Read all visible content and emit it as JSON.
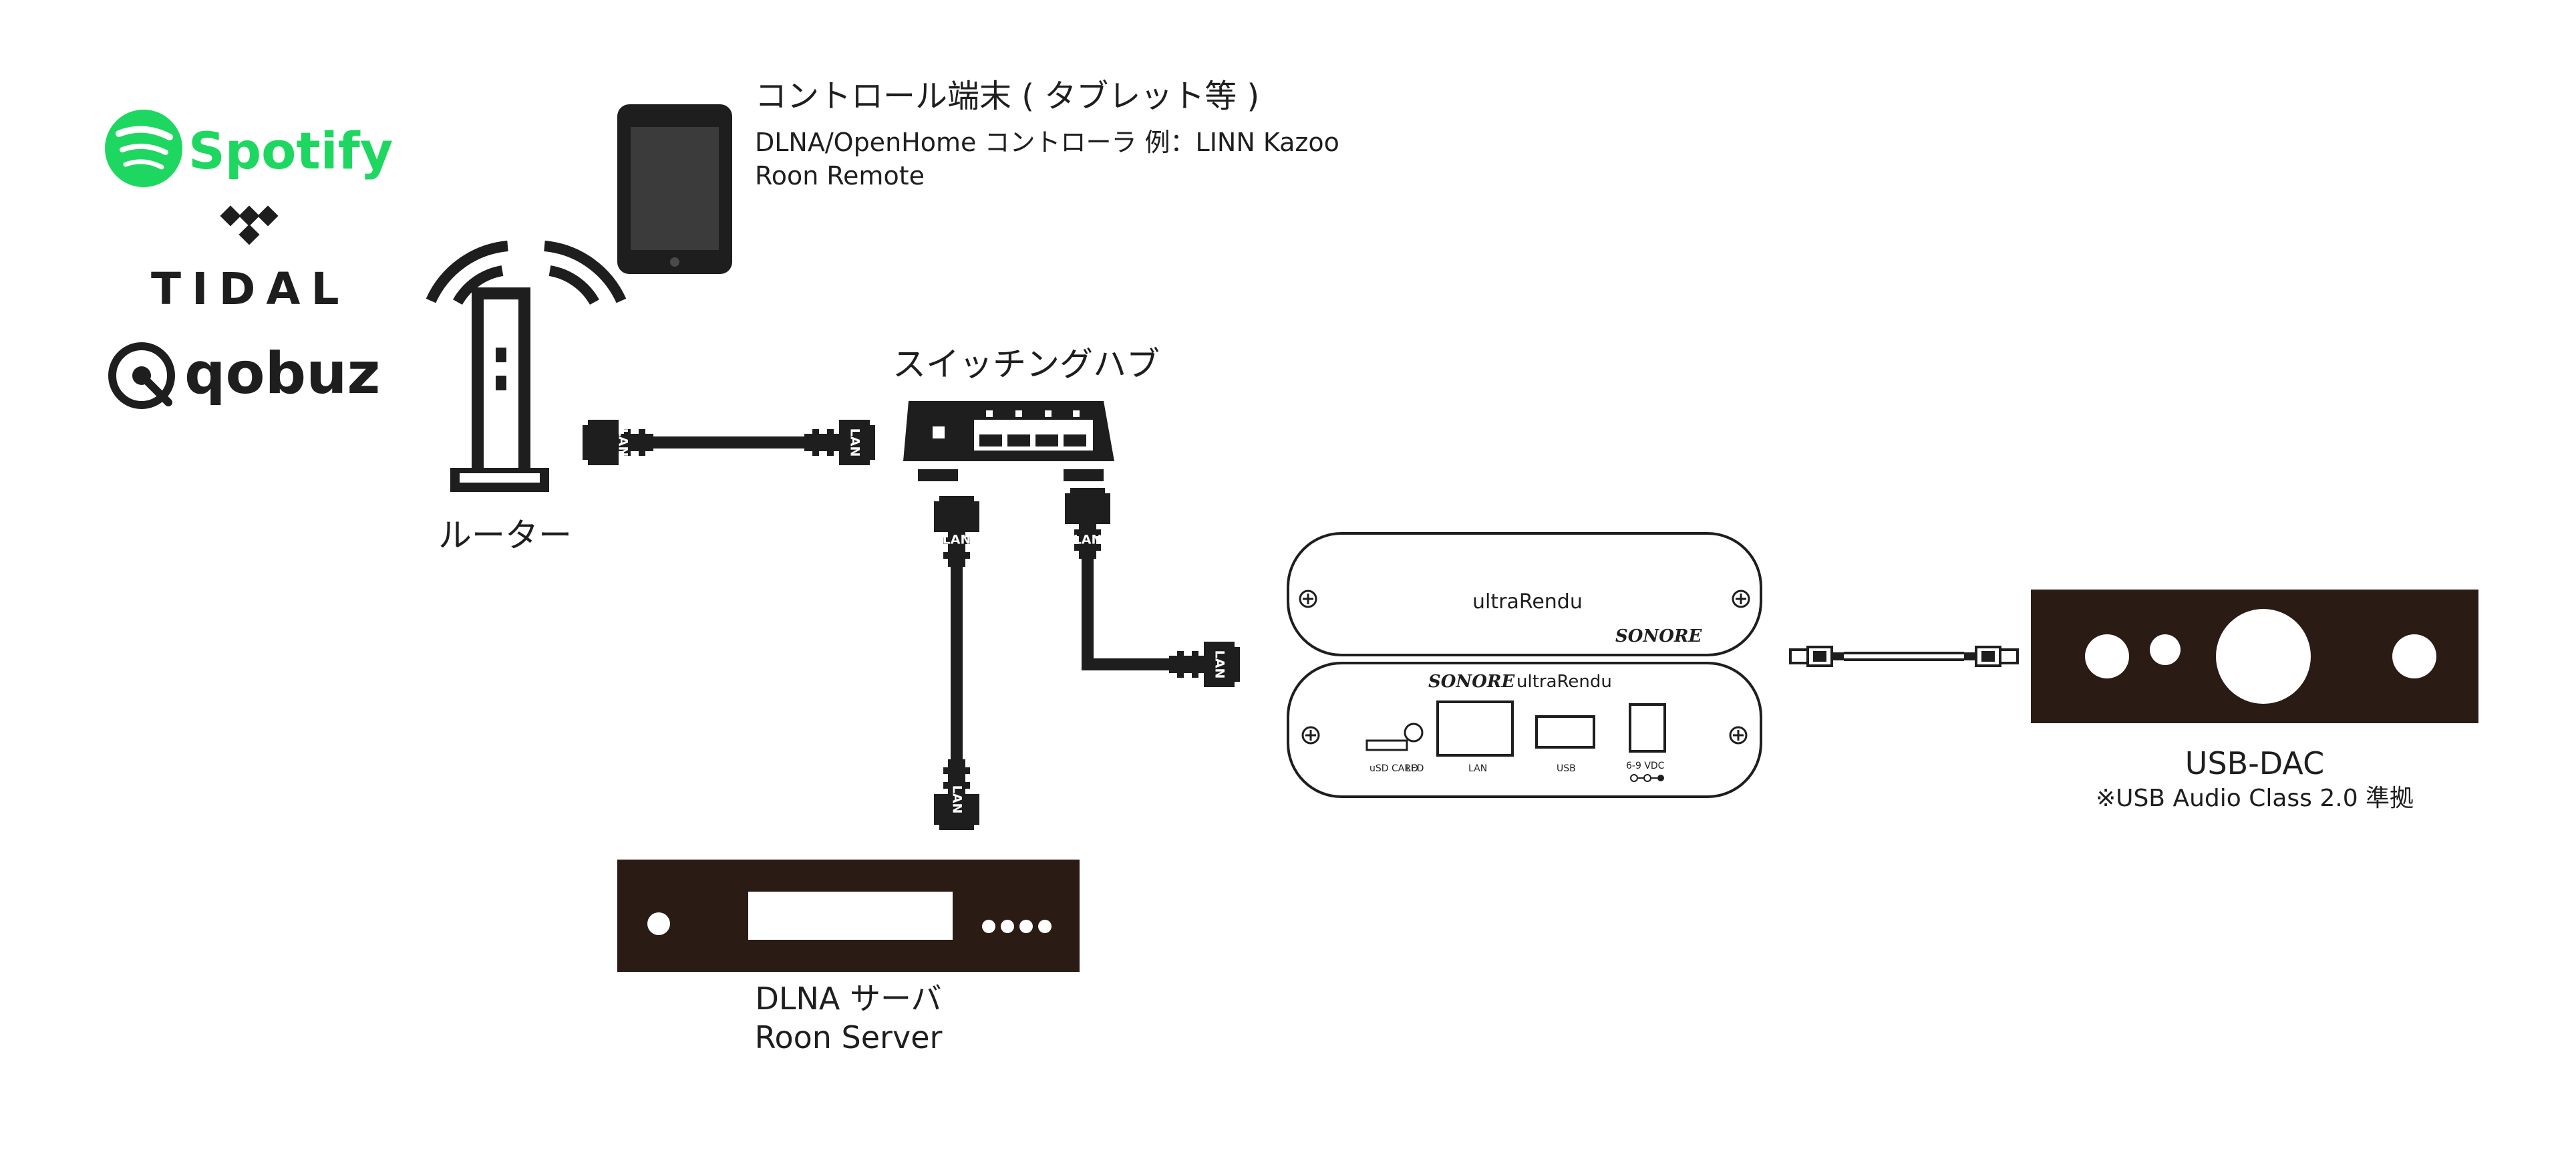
{
  "services": {
    "spotify": "Spotify",
    "tidal": "TIDAL",
    "qobuz": "qobuz",
    "spotify_color": "#1ed760"
  },
  "controller": {
    "title": "コントロール端末 ( タブレット等 )",
    "line1": "DLNA/OpenHome コントローラ 例：LINN Kazoo",
    "line2": "Roon Remote"
  },
  "router": {
    "label": "ルーター"
  },
  "switch": {
    "label": "スイッチングハブ"
  },
  "server": {
    "line1": "DLNA サーバ",
    "line2": "Roon Server"
  },
  "renderer": {
    "brand": "SONORE",
    "model": "ultraRendu",
    "ports": {
      "usd_card": "uSD CARD",
      "led": "LED",
      "lan": "LAN",
      "usb": "USB",
      "power": "6-9 VDC"
    }
  },
  "dac": {
    "label": "USB-DAC",
    "note": "※USB Audio Class 2.0 準拠"
  },
  "cables": {
    "lan_tag": "LAN"
  },
  "colors": {
    "device_fill": "#2a1b14",
    "line": "#1e1e1e"
  }
}
